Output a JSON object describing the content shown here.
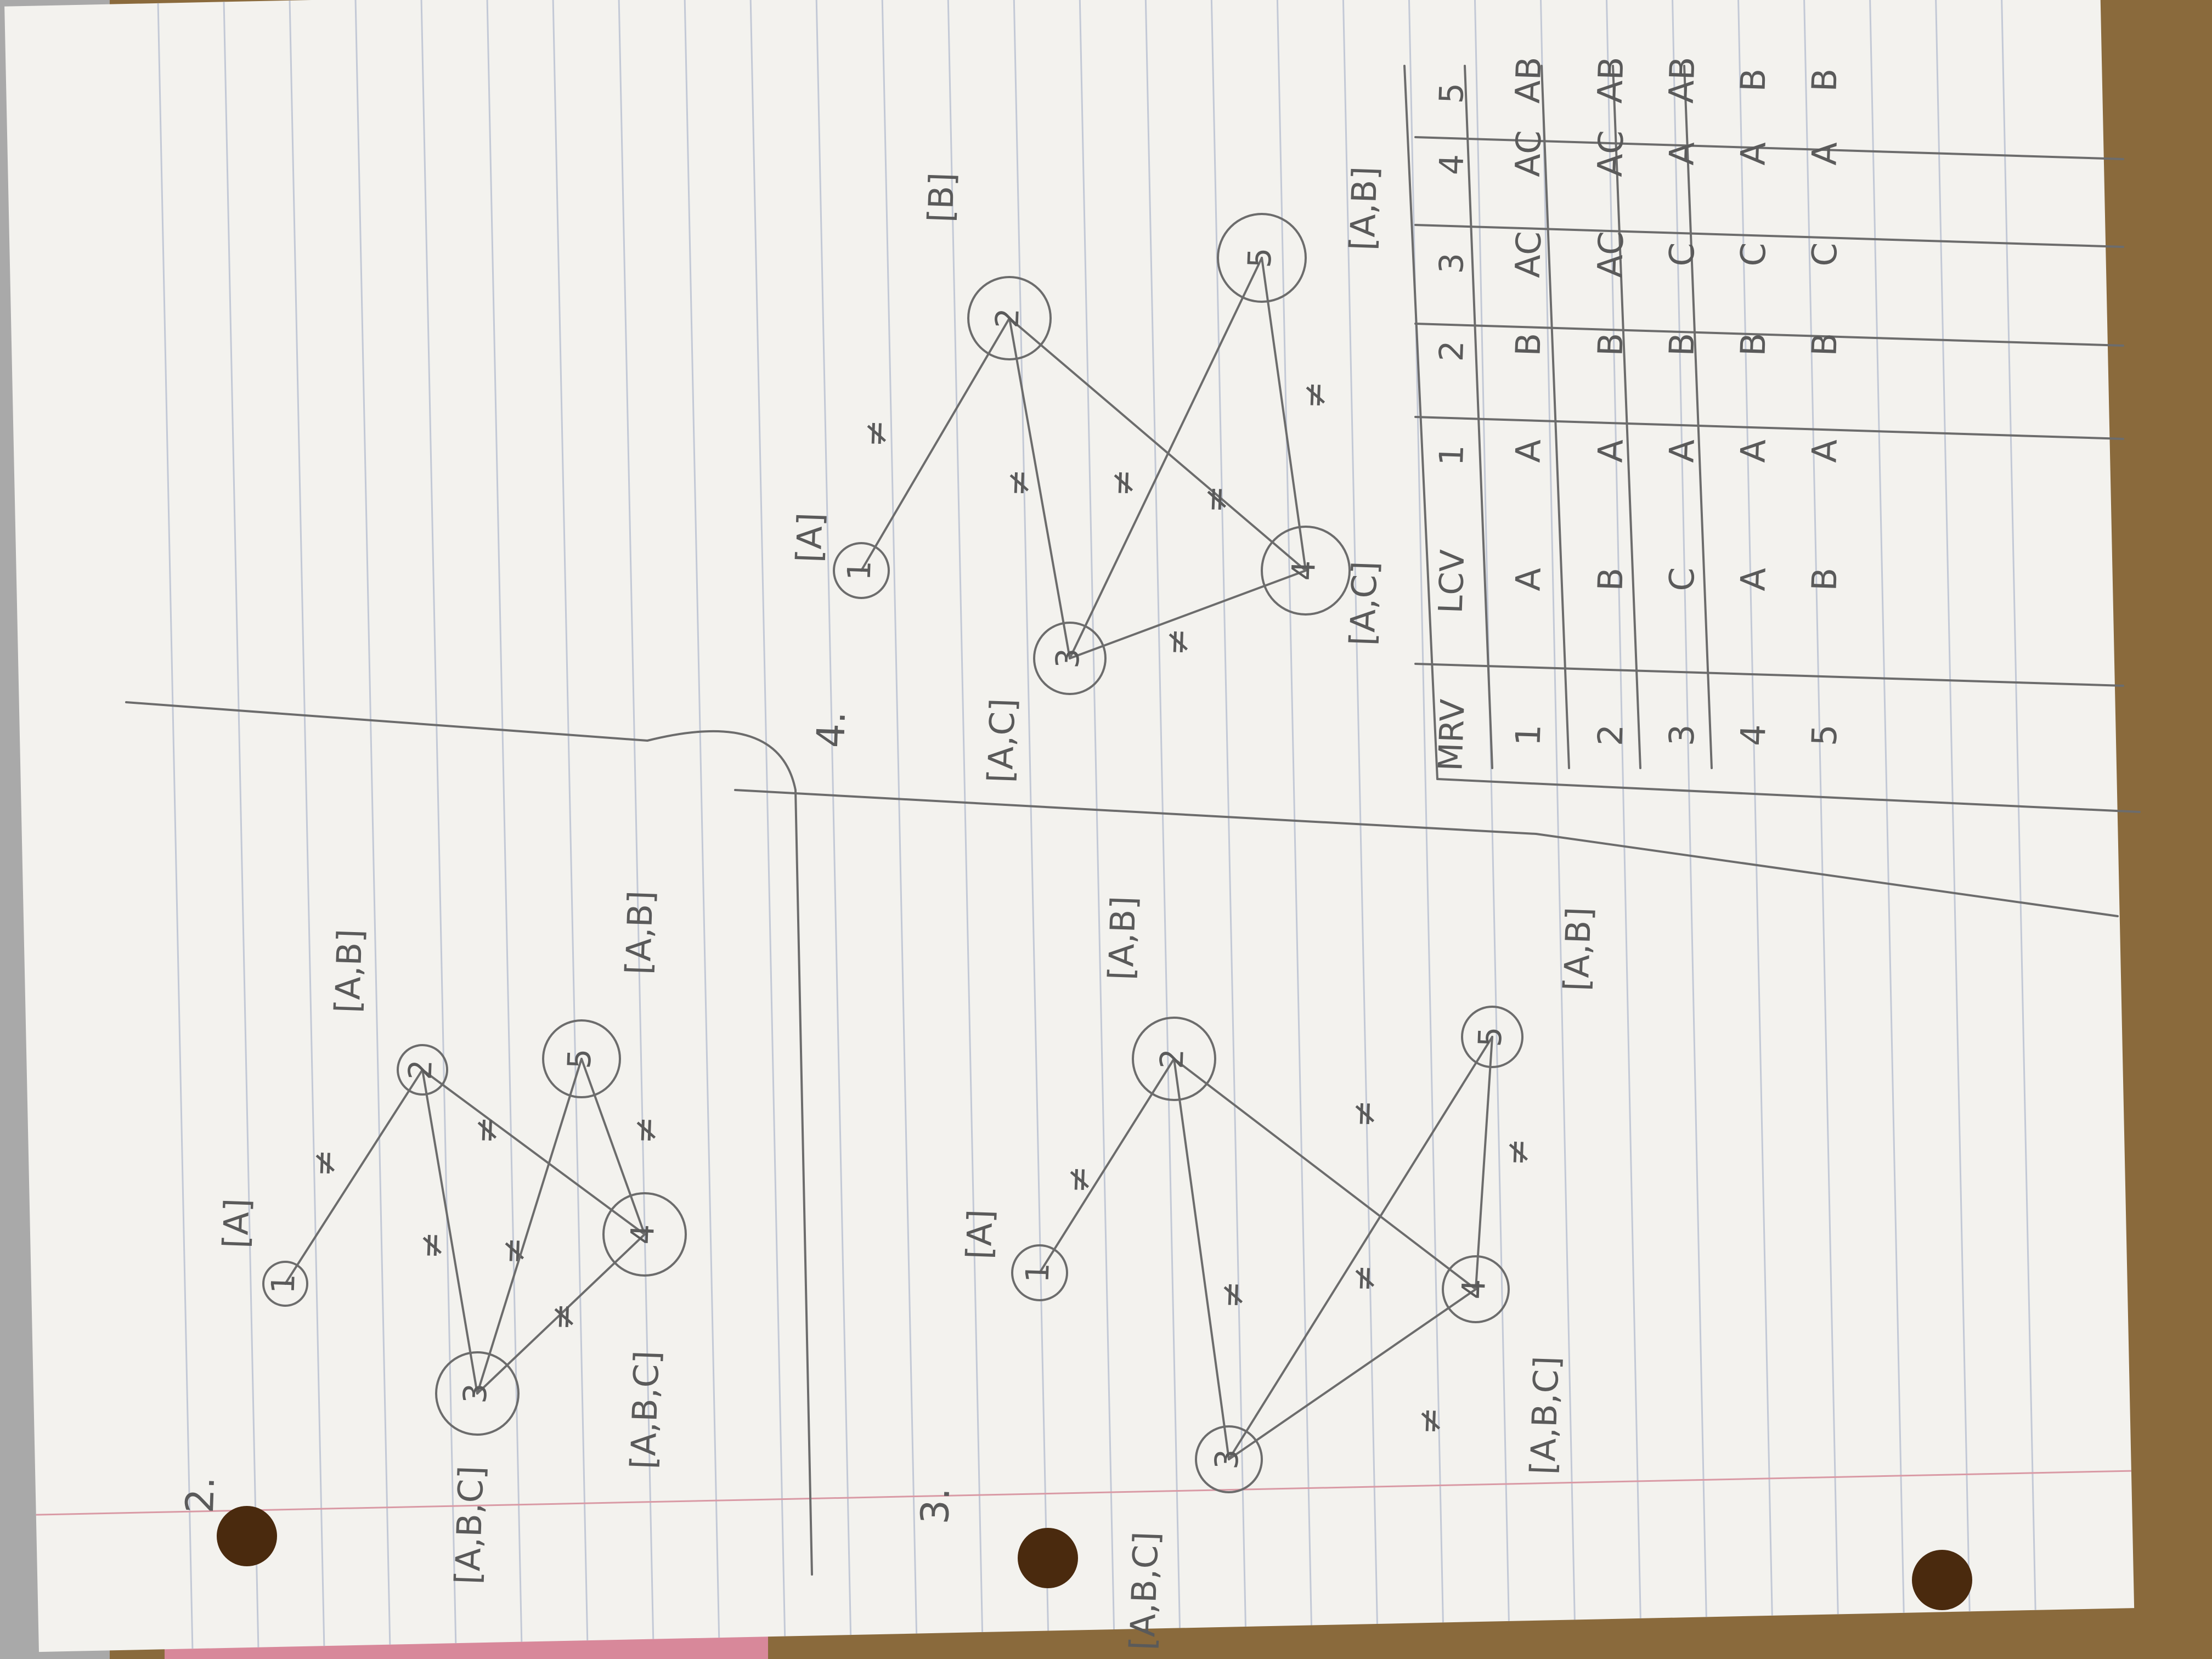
{
  "sections": [
    {
      "number": "2.",
      "nodes": [
        {
          "id": "1",
          "domain": "[A]"
        },
        {
          "id": "2",
          "domain": "[A,B]"
        },
        {
          "id": "3",
          "domain": "[A,B,C]"
        },
        {
          "id": "4",
          "domain": "[A,B,C]"
        },
        {
          "id": "5",
          "domain": "[A,B]"
        }
      ],
      "edge_label": "≠"
    },
    {
      "number": "3.",
      "nodes": [
        {
          "id": "1",
          "domain": "[A]"
        },
        {
          "id": "2",
          "domain": "[A,B]"
        },
        {
          "id": "3",
          "domain": "[A,B,C]"
        },
        {
          "id": "4",
          "domain": "[A,B,C]"
        },
        {
          "id": "5",
          "domain": "[A,B]"
        }
      ],
      "edge_label": "≠"
    },
    {
      "number": "4.",
      "nodes": [
        {
          "id": "1",
          "domain": "[A]"
        },
        {
          "id": "2",
          "domain": "[B]"
        },
        {
          "id": "3",
          "domain": "[A,C]"
        },
        {
          "id": "4",
          "domain": "[A,C]"
        },
        {
          "id": "5",
          "domain": "[A,B]"
        }
      ],
      "edge_label": "≠"
    }
  ],
  "table": {
    "headers": [
      "MRV",
      "LCV",
      "1",
      "2",
      "3",
      "4",
      "5"
    ],
    "rows": [
      [
        "1",
        "A",
        "A",
        "B",
        "AC",
        "AC",
        "AB"
      ],
      [
        "2",
        "B",
        "A",
        "B",
        "AC",
        "AC",
        "AB"
      ],
      [
        "3",
        "C",
        "A",
        "B",
        "C",
        "A",
        "AB"
      ],
      [
        "4",
        "A",
        "A",
        "B",
        "C",
        "A",
        "B"
      ],
      [
        "5",
        "B",
        "A",
        "B",
        "C",
        "A",
        "B"
      ]
    ]
  },
  "colors": {
    "paper": "#f3f2ee",
    "pencil": "#6c6c6c",
    "rule_lines": "#c3c9d6",
    "desk": "#8a6a3c",
    "punch_hole": "#4a2a0e",
    "fabric": "#d8889a"
  }
}
